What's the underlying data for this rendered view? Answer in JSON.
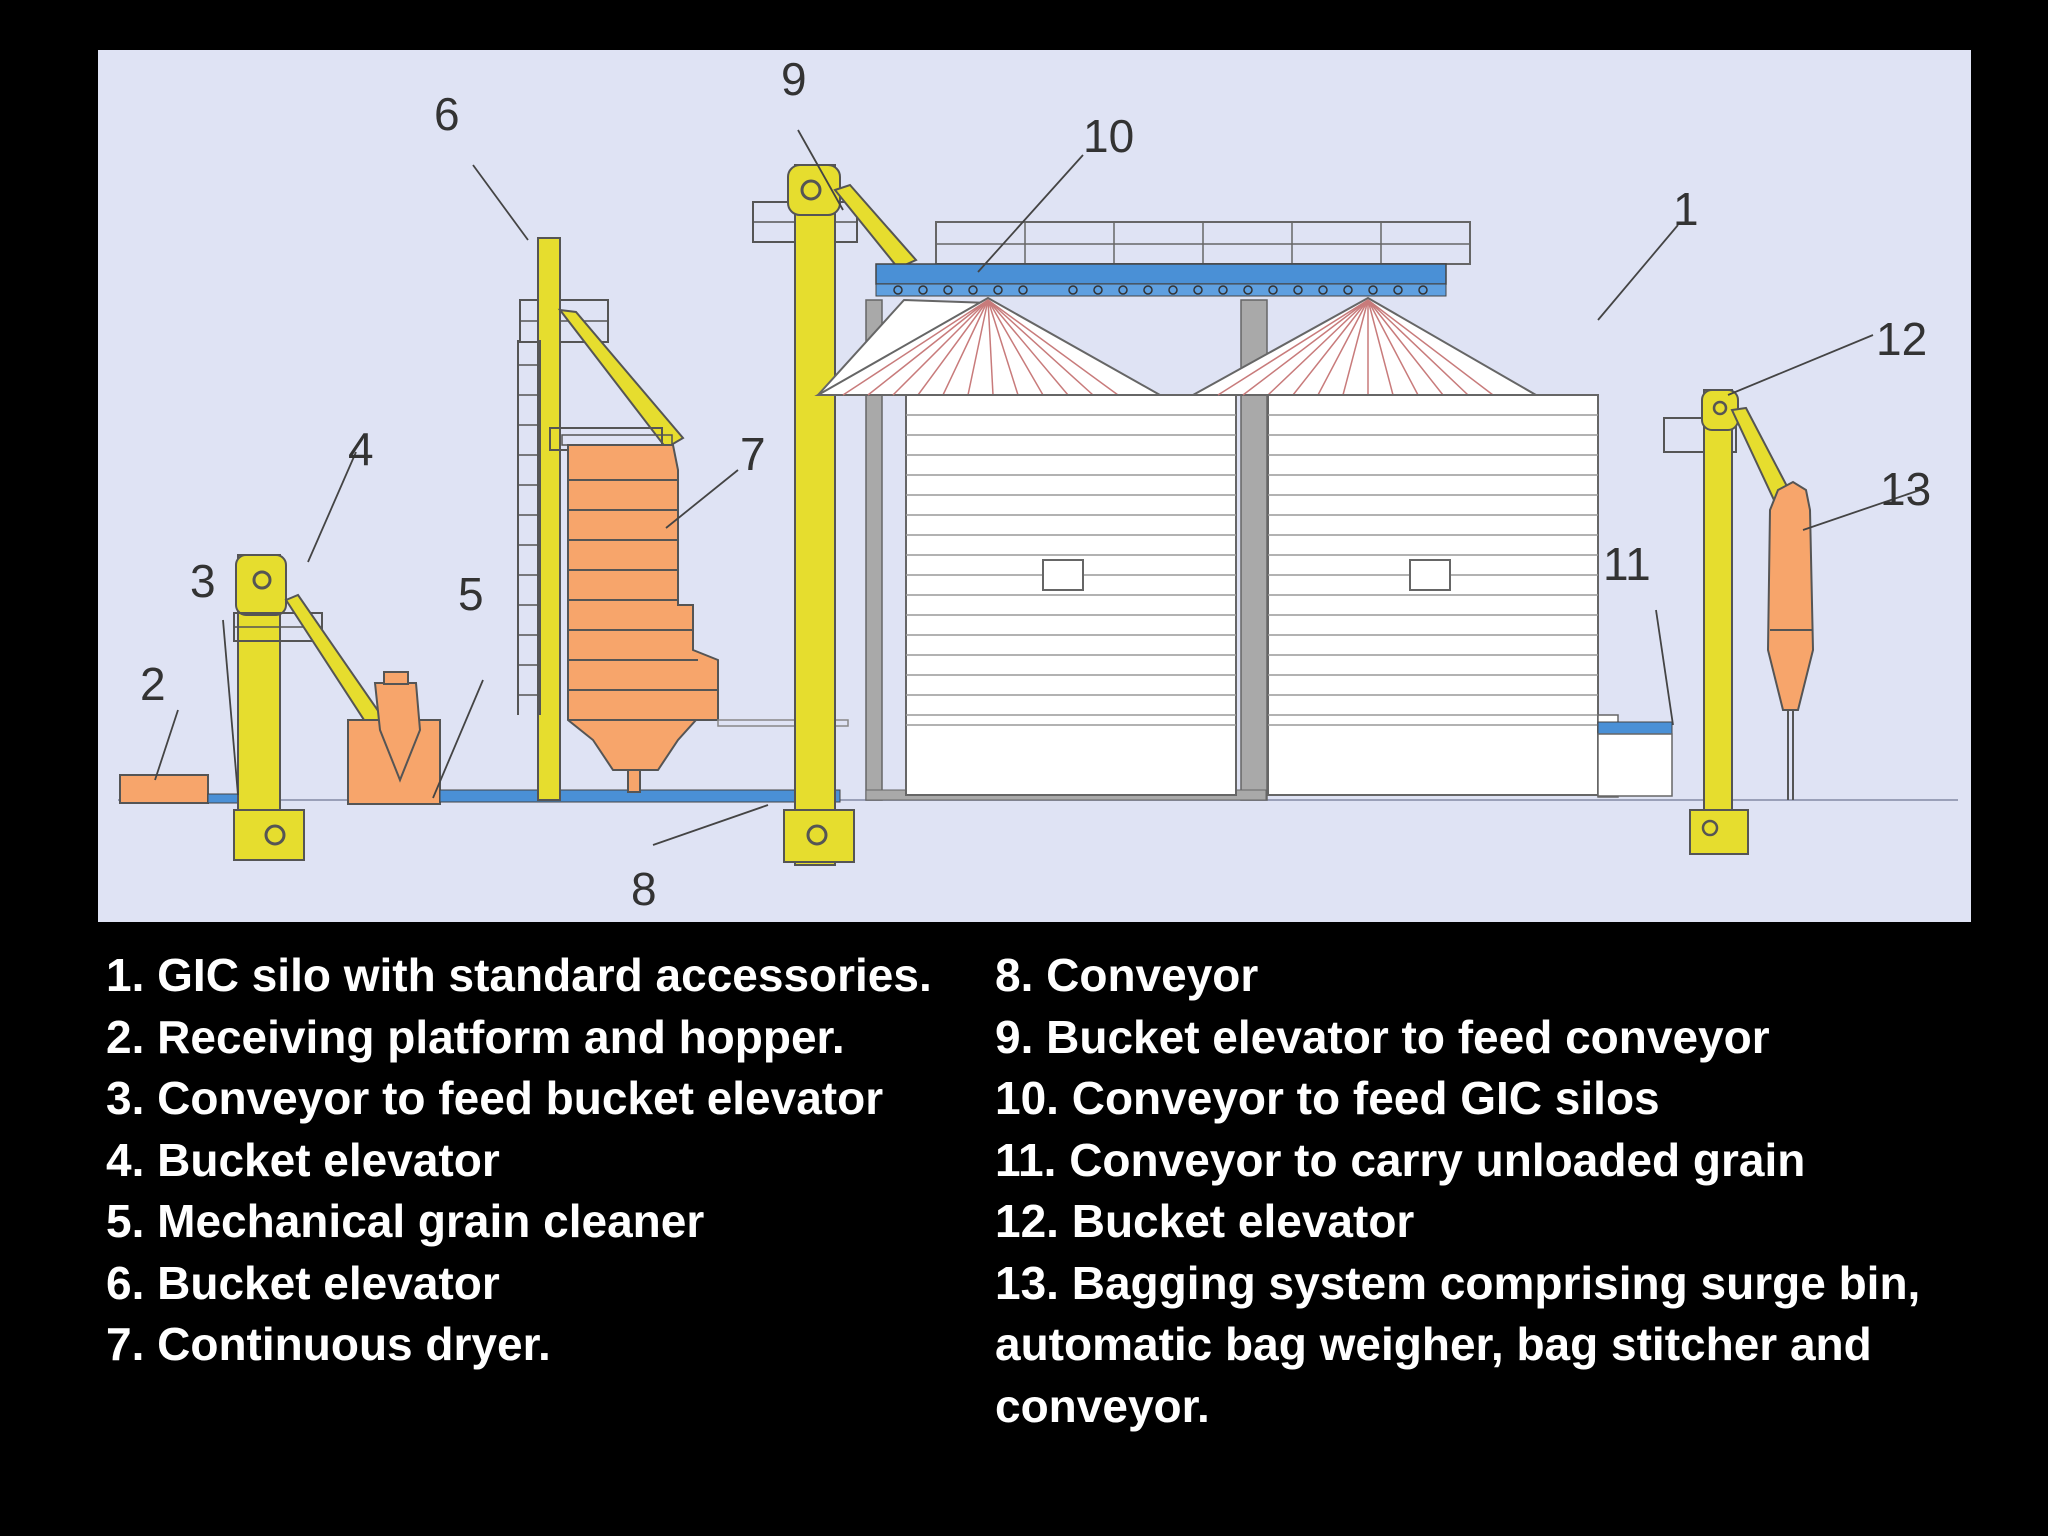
{
  "callouts": {
    "n1": "1",
    "n2": "2",
    "n3": "3",
    "n4": "4",
    "n5": "5",
    "n6": "6",
    "n7": "7",
    "n8": "8",
    "n9": "9",
    "n10": "10",
    "n11": "11",
    "n12": "12",
    "n13": "13"
  },
  "legend_left": [
    "1. GIC silo with standard accessories.",
    "2. Receiving platform and hopper.",
    "3. Conveyor to feed bucket elevator",
    "4. Bucket elevator",
    "5. Mechanical grain cleaner",
    "6. Bucket elevator",
    "7. Continuous dryer."
  ],
  "legend_right": [
    "8. Conveyor",
    "9. Bucket elevator to feed conveyor",
    "10. Conveyor to feed GIC silos",
    "11. Conveyor to carry unloaded grain",
    "12. Bucket elevator",
    "13. Bagging system comprising surge bin, automatic bag weigher, bag stitcher and conveyor."
  ],
  "colors": {
    "background": "#000000",
    "panel": "#dfe3f4",
    "elevator": "#e6dd2e",
    "dryer": "#f7a56b",
    "conveyor": "#4a90d6",
    "silo": "#ffffff",
    "support": "#a9a9a9"
  }
}
